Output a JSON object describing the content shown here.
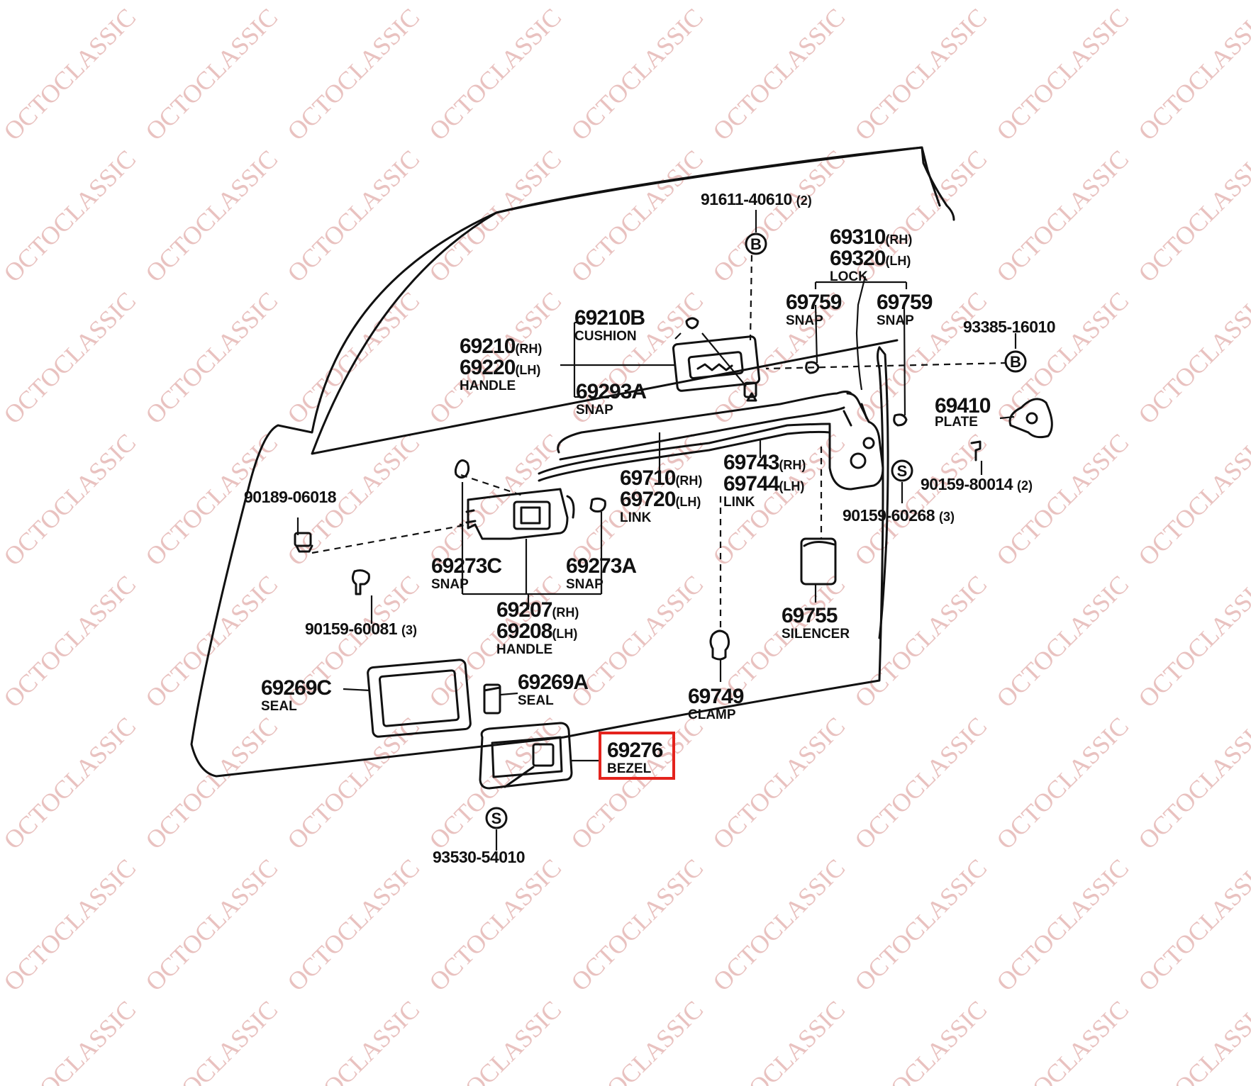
{
  "watermark": "OCTOCLASSIC",
  "colors": {
    "line": "#111111",
    "highlight": "#e4231d",
    "watermark": "#e9c2c0"
  },
  "parts": {
    "p91611": {
      "code": "91611-40610",
      "qty": "(2)"
    },
    "p69310": {
      "num": "69310",
      "side": "(RH)"
    },
    "p69320": {
      "num": "69320",
      "side": "(LH)",
      "name": "LOCK"
    },
    "p69759a": {
      "num": "69759",
      "name": "SNAP"
    },
    "p69759b": {
      "num": "69759",
      "name": "SNAP"
    },
    "p93385": {
      "code": "93385-16010"
    },
    "p69210B": {
      "num": "69210B",
      "name": "CUSHION"
    },
    "p69210": {
      "num": "69210",
      "side": "(RH)"
    },
    "p69220": {
      "num": "69220",
      "side": "(LH)",
      "name": "HANDLE"
    },
    "p69293A": {
      "num": "69293A",
      "name": "SNAP"
    },
    "p69410": {
      "num": "69410",
      "name": "PLATE"
    },
    "p69743": {
      "num": "69743",
      "side": "(RH)"
    },
    "p69744": {
      "num": "69744",
      "side": "(LH)",
      "name": "LINK"
    },
    "p69710": {
      "num": "69710",
      "side": "(RH)"
    },
    "p69720": {
      "num": "69720",
      "side": "(LH)",
      "name": "LINK"
    },
    "p90159_80014": {
      "code": "90159-80014",
      "qty": "(2)"
    },
    "p90159_60268": {
      "code": "90159-60268",
      "qty": "(3)"
    },
    "p90189": {
      "code": "90189-06018"
    },
    "p69273C": {
      "num": "69273C",
      "name": "SNAP"
    },
    "p69273A": {
      "num": "69273A",
      "name": "SNAP"
    },
    "p69207": {
      "num": "69207",
      "side": "(RH)"
    },
    "p69208": {
      "num": "69208",
      "side": "(LH)",
      "name": "HANDLE"
    },
    "p90159_60081": {
      "code": "90159-60081",
      "qty": "(3)"
    },
    "p69755": {
      "num": "69755",
      "name": "SILENCER"
    },
    "p69269C": {
      "num": "69269C",
      "name": "SEAL"
    },
    "p69269A": {
      "num": "69269A",
      "name": "SEAL"
    },
    "p69749": {
      "num": "69749",
      "name": "CLAMP"
    },
    "p69276": {
      "num": "69276",
      "name": "BEZEL"
    },
    "p93530": {
      "code": "93530-54010"
    }
  },
  "markers": {
    "bolt": "B",
    "screw": "S"
  },
  "highlighted_part": "69276"
}
